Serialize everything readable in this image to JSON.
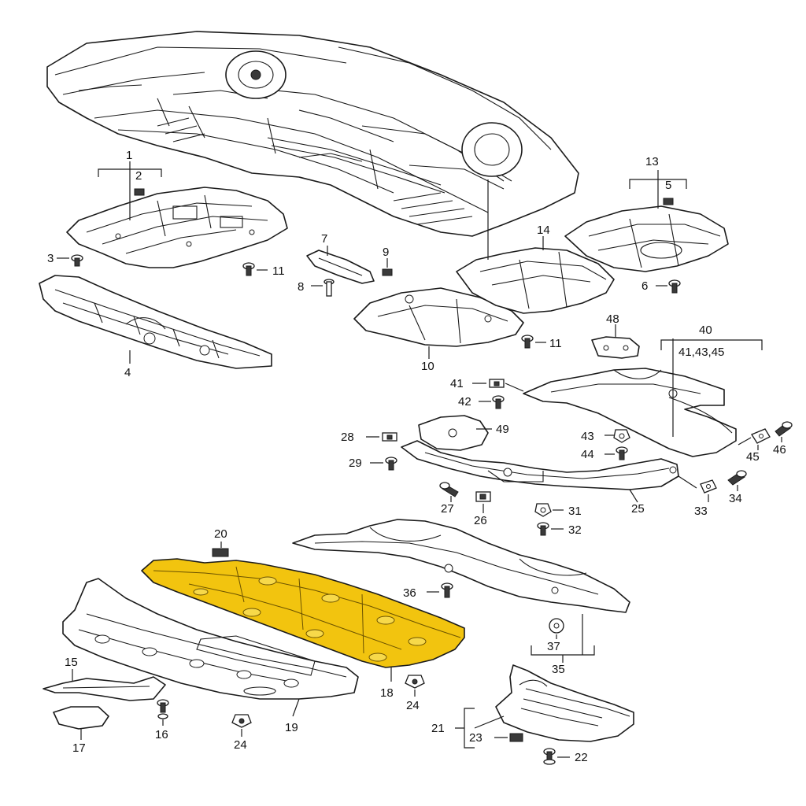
{
  "colors": {
    "highlight": "#f2c40f",
    "line": "#1a1a1a",
    "background": "#ffffff"
  },
  "callouts": {
    "c1": "1",
    "c2": "2",
    "c3": "3",
    "c4": "4",
    "c5": "5",
    "c6": "6",
    "c7": "7",
    "c8": "8",
    "c9": "9",
    "c10": "10",
    "c11a": "11",
    "c11b": "11",
    "c13": "13",
    "c14": "14",
    "c15": "15",
    "c16": "16",
    "c17": "17",
    "c18": "18",
    "c19": "19",
    "c20": "20",
    "c21": "21",
    "c22": "22",
    "c23": "23",
    "c24a": "24",
    "c24b": "24",
    "c25": "25",
    "c26": "26",
    "c27": "27",
    "c28": "28",
    "c29": "29",
    "c31": "31",
    "c32": "32",
    "c33": "33",
    "c34": "34",
    "c35": "35",
    "c36": "36",
    "c37": "37",
    "c40": "40",
    "c40sub": "41,43,45",
    "c41": "41",
    "c42": "42",
    "c43": "43",
    "c44": "44",
    "c45": "45",
    "c46": "46",
    "c48": "48",
    "c49": "49"
  }
}
